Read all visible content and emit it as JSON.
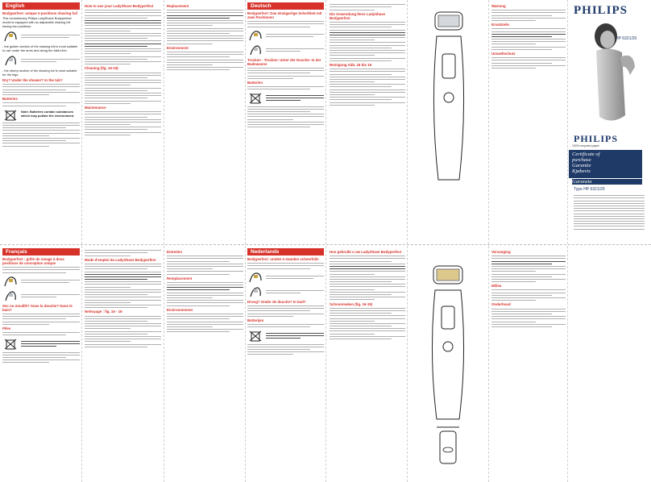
{
  "sections": {
    "english": {
      "title": "English",
      "subtitle": "Bodyperfect: unique 2-positions shaving foil",
      "intro": "This revolutionary Philips LadyShave Bodyperfect model is equipped with an adjustable shaving foil having two positions:",
      "bullet_golden": "- the golden section of the shaving foil is most suitable to use under the arms and along the bikini line.",
      "bullet_silvery": "- the silvery section of the shaving foil is most suitable for the legs.",
      "dry_wet_title": "Dry? Under the shower? In the tub?",
      "batteries_title": "Batteries",
      "batteries_note": "Note: Batteries contain substances which may pollute the environment."
    },
    "middle_en": {
      "title": "How to use your LadyShave Bodyperfect",
      "cleaning_title": "Cleaning (fig. 16-19)",
      "maintenance_title": "Maintenance"
    },
    "replacement": {
      "title": "Replacement",
      "environment_title": "Environment"
    },
    "deutsch": {
      "title": "Deutsch",
      "subtitle": "Bodyperfect: Das einzigartige Scherblatt mit zwei Positionen",
      "trocken_title": "Trocken - Trocken: Unter der Dusche: In der Badewanne",
      "batterien_title": "Batterien"
    },
    "deutsch2": {
      "anwendung_title": "Die Anwendung Ihres LadyShave Bodyperfect",
      "reinigung_title": "Reinigung Abb. 16 bis 19"
    },
    "wartung": {
      "title": "Wartung",
      "ersatzteile_title": "Ersatzteile",
      "umwelt_title": "Umweltschutz"
    },
    "francais": {
      "title": "Français",
      "subtitle": "Bodyperfect : grille de rasage à deux positions de conception unique",
      "piles_title": "Piles",
      "sous_douche_title": "Sec ou mouillé? Sous la douche? Dans le bain?",
      "mode_emploi_title": "Mode d'emploi du LadyShave Bodyperfect"
    },
    "entretien": {
      "title": "Entretien",
      "remplacement_title": "Remplacement",
      "environnement_title": "Environnement",
      "nettoyage_title": "Nettoyage : fig. 16 - 19"
    },
    "nederlands": {
      "title": "Nederlands",
      "subtitle": "Bodyperfect: unieke 2-standen scheerfolie",
      "droog_title": "Droog? Onder de douche? In bad?",
      "batterijen_title": "Batterijen"
    },
    "nl2": {
      "gebruik_title": "Hoe gebruikt u uw LadyShave Bodyperfect",
      "schoonmaken_title": "Schoonmaken (fig. 16-19)"
    },
    "vervanging": {
      "title": "Vervanging",
      "milieu_title": "Milieu",
      "onderhoud_title": "Onderhoud"
    },
    "cover": {
      "brand_top": "PHILIPS",
      "model_top": "HP 6321/20",
      "brand_bottom": "PHILIPS",
      "recycled_note": "100% recycled paper",
      "cert_line1": "Certificate of",
      "cert_line2": "purchase",
      "cert_line3": "Garantie",
      "cert_line4": "Kjøbevis",
      "cert_line5": "Garanzia",
      "cert_type": "Type HP 6321/20"
    }
  }
}
